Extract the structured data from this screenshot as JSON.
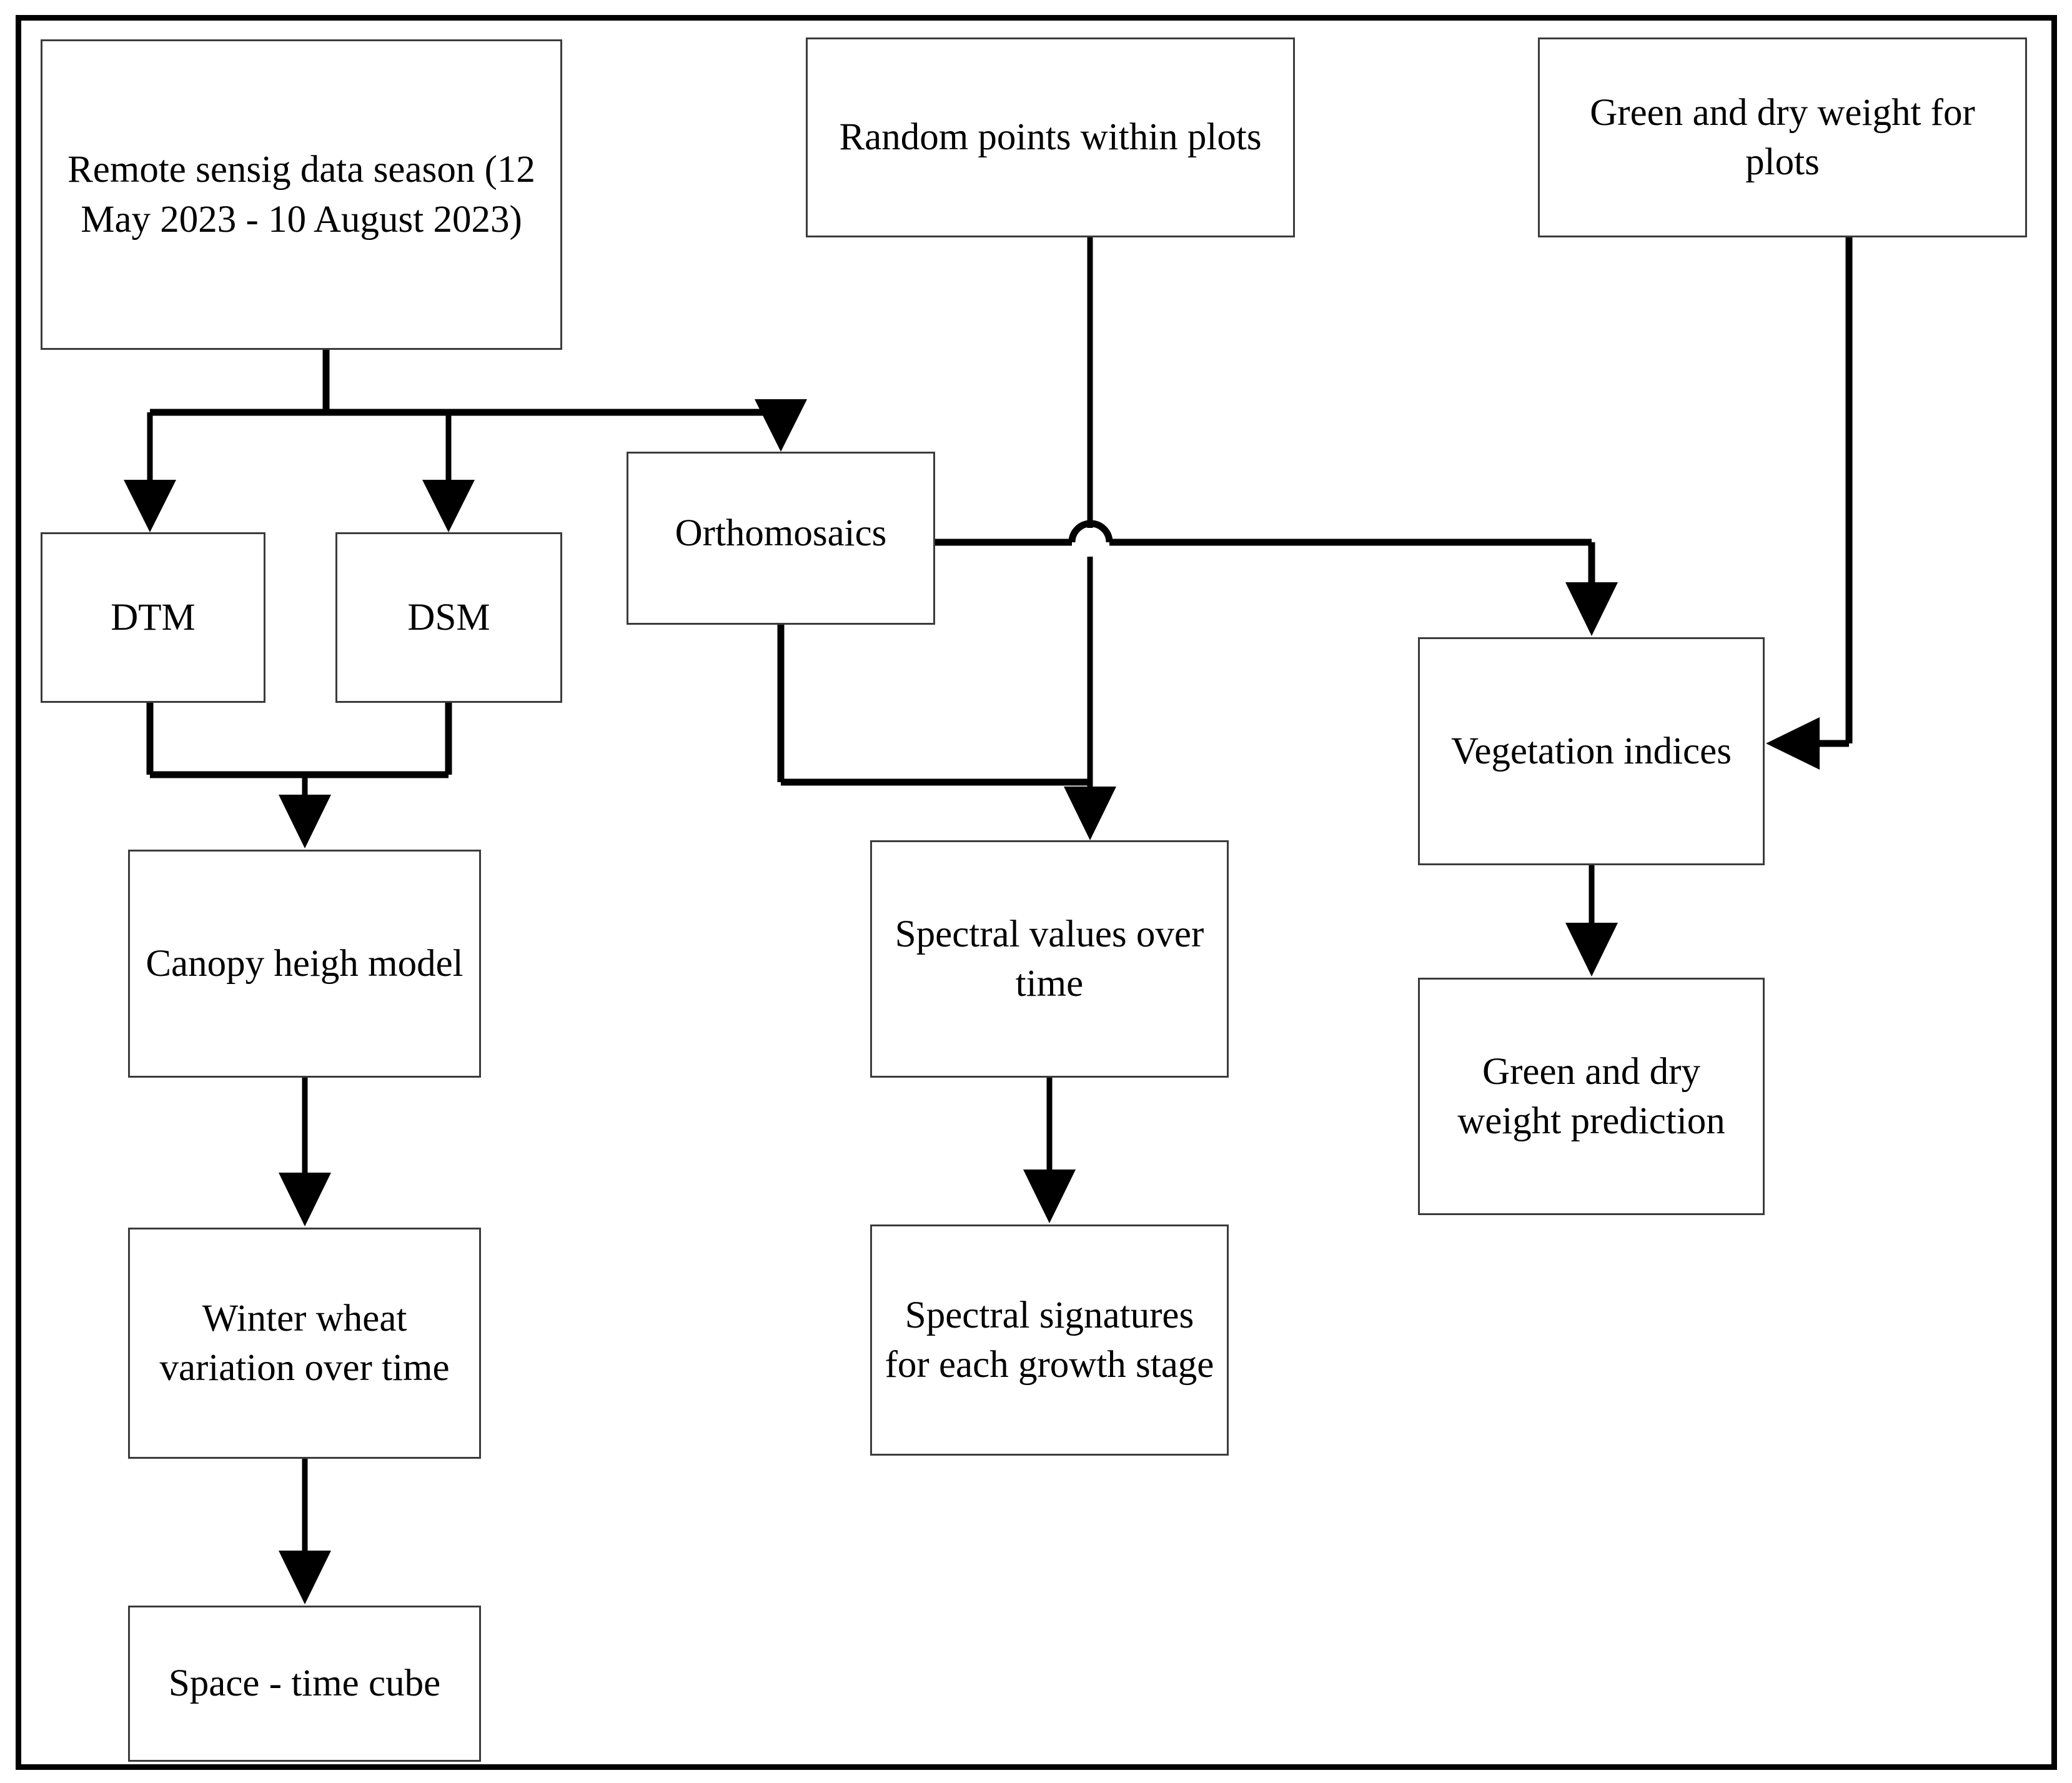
{
  "diagram": {
    "title": "Remote sensing winter wheat workflow flowchart",
    "type": "flowchart",
    "background_color": "#ffffff",
    "line_color": "#000000",
    "box_border_color": "#3b3b3b",
    "nodes": [
      {
        "id": "remote_sensing_data",
        "label": "Remote sensig data season (12 May 2023 - 10 August 2023)"
      },
      {
        "id": "random_points",
        "label": "Random points within plots"
      },
      {
        "id": "green_dry_weight_plots",
        "label": "Green and dry weight for plots"
      },
      {
        "id": "dtm",
        "label": "DTM"
      },
      {
        "id": "dsm",
        "label": "DSM"
      },
      {
        "id": "orthomosaics",
        "label": "Orthomosaics"
      },
      {
        "id": "vegetation_indices",
        "label": "Vegetation indices"
      },
      {
        "id": "canopy_height_model",
        "label": "Canopy heigh model"
      },
      {
        "id": "spectral_values_over_time",
        "label": "Spectral values over time"
      },
      {
        "id": "green_dry_weight_prediction",
        "label": "Green and dry weight prediction"
      },
      {
        "id": "winter_wheat_variation",
        "label": "Winter wheat variation over time"
      },
      {
        "id": "spectral_signatures",
        "label": "Spectral signatures for each growth stage"
      },
      {
        "id": "space_time_cube",
        "label": "Space - time cube"
      }
    ],
    "edges": [
      {
        "from": "remote_sensing_data",
        "to": "dtm"
      },
      {
        "from": "remote_sensing_data",
        "to": "dsm"
      },
      {
        "from": "remote_sensing_data",
        "to": "orthomosaics"
      },
      {
        "from": "dtm",
        "to": "canopy_height_model"
      },
      {
        "from": "dsm",
        "to": "canopy_height_model"
      },
      {
        "from": "canopy_height_model",
        "to": "winter_wheat_variation"
      },
      {
        "from": "winter_wheat_variation",
        "to": "space_time_cube"
      },
      {
        "from": "orthomosaics",
        "to": "vegetation_indices"
      },
      {
        "from": "orthomosaics",
        "to": "spectral_values_over_time"
      },
      {
        "from": "random_points",
        "to": "spectral_values_over_time"
      },
      {
        "from": "spectral_values_over_time",
        "to": "spectral_signatures"
      },
      {
        "from": "green_dry_weight_plots",
        "to": "vegetation_indices"
      },
      {
        "from": "vegetation_indices",
        "to": "green_dry_weight_prediction"
      }
    ]
  }
}
